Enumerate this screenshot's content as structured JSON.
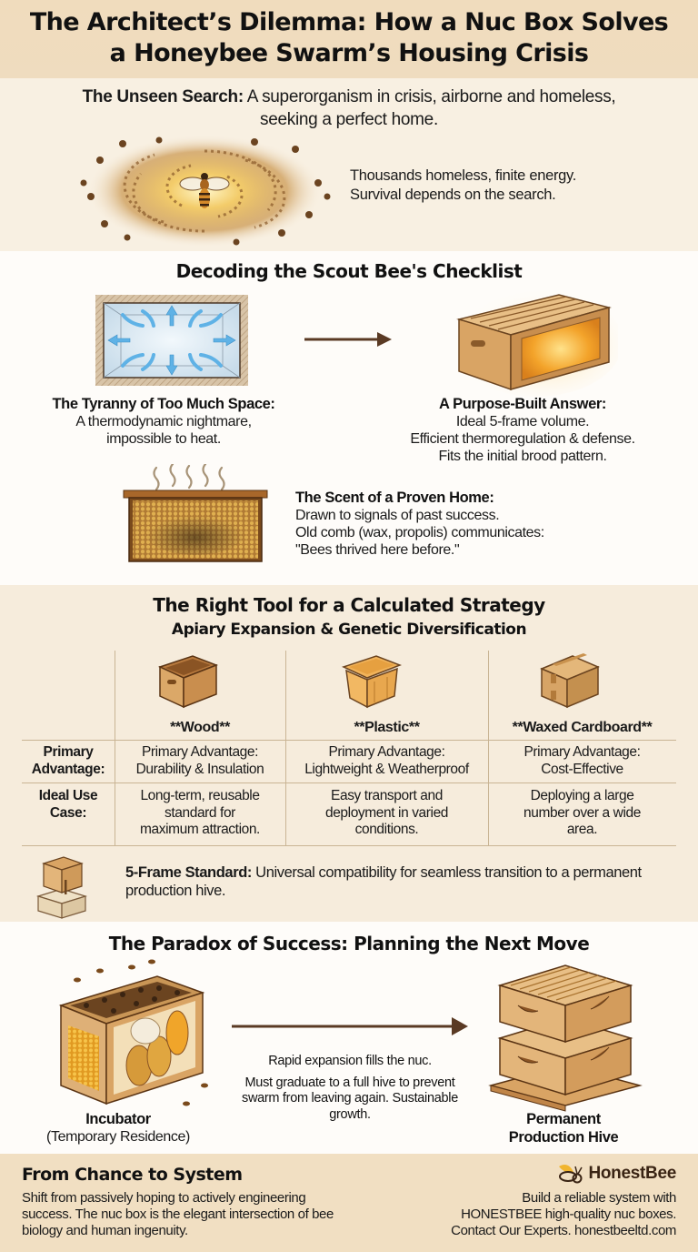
{
  "header": {
    "title_line1": "The Architect’s Dilemma: How a Nuc Box Solves",
    "title_line2": "a Honeybee Swarm’s Housing Crisis"
  },
  "unseen_search": {
    "lead_bold": "The Unseen Search:",
    "lead_text": " A superorganism in crisis, airborne and homeless, seeking a perfect home.",
    "side_line1": "Thousands homeless, finite energy.",
    "side_line2": "Survival depends on the search.",
    "icon": "bee-swarm-icon"
  },
  "checklist": {
    "title": "Decoding the Scout Bee's Checklist",
    "too_much_space": {
      "title": "The Tyranny of Too Much Space:",
      "line1": "A thermodynamic nightmare,",
      "line2": "impossible to heat.",
      "icon": "heat-loss-box-icon"
    },
    "purpose_built": {
      "title": "A Purpose-Built Answer:",
      "line1": "Ideal 5-frame volume.",
      "line2": "Efficient thermoregulation & defense.",
      "line3": "Fits the initial brood pattern.",
      "icon": "glowing-nuc-box-icon"
    },
    "scent": {
      "title": "The Scent of a Proven Home:",
      "line1": "Drawn to signals of past success.",
      "line2": "Old comb (wax, propolis) communicates:",
      "line3": "\"Bees thrived here before.\"",
      "icon": "old-comb-frame-icon"
    }
  },
  "strategy": {
    "title": "The Right Tool for a Calculated Strategy",
    "subtitle": "Apiary Expansion & Genetic Diversification",
    "columns": [
      {
        "label": "**Wood**",
        "icon": "wood-box-icon"
      },
      {
        "label": "**Plastic**",
        "icon": "plastic-box-icon"
      },
      {
        "label": "**Waxed Cardboard**",
        "icon": "cardboard-box-icon"
      }
    ],
    "rows": [
      {
        "header_line1": "Primary",
        "header_line2": "Advantage:",
        "cells": [
          [
            "Primary Advantage:",
            "Durability & Insulation"
          ],
          [
            "Primary Advantage:",
            "Lightweight & Weatherproof"
          ],
          [
            "Primary Advantage:",
            "Cost-Effective"
          ]
        ]
      },
      {
        "header_line1": "Ideal Use",
        "header_line2": "Case:",
        "cells": [
          [
            "Long-term, reusable",
            "standard for",
            "maximum attraction."
          ],
          [
            "Easy transport and",
            "deployment in varied",
            "conditions."
          ],
          [
            "Deploying a large",
            "number over a wide",
            "area."
          ]
        ]
      }
    ],
    "frame_standard_bold": "5-Frame Standard:",
    "frame_standard_text": " Universal compatibility for seamless transition to a permanent production hive."
  },
  "paradox": {
    "title": "The Paradox of Success: Planning the Next Move",
    "middle_line1": "Rapid expansion fills the nuc.",
    "middle_line2": "Must graduate to a full hive to prevent swarm from leaving again. Sustainable growth.",
    "incubator_title": "Incubator",
    "incubator_sub": "(Temporary Residence)",
    "hive_title_line1": "Permanent",
    "hive_title_line2": "Production Hive"
  },
  "footer": {
    "title": "From Chance to System",
    "body": "Shift from passively hoping to actively engineering success. The nuc box is the elegant intersection of bee biology and human ingenuity.",
    "brand": "HonestBee",
    "cta_line1": "Build a reliable system with",
    "cta_line2": "HONESTBEE high-quality nuc boxes.",
    "cta_line3": "Contact Our Experts. honestbeeltd.com"
  },
  "colors": {
    "header_bg": "#f0dcbd",
    "section_cream": "#f8f0e2",
    "section_white": "#fefcf9",
    "arrow_brown": "#5a3a24",
    "wood": "#d9a464",
    "honey": "#f0a52a",
    "heat_blue": "#5fb2e6",
    "brand_yellow": "#f1b52e"
  }
}
